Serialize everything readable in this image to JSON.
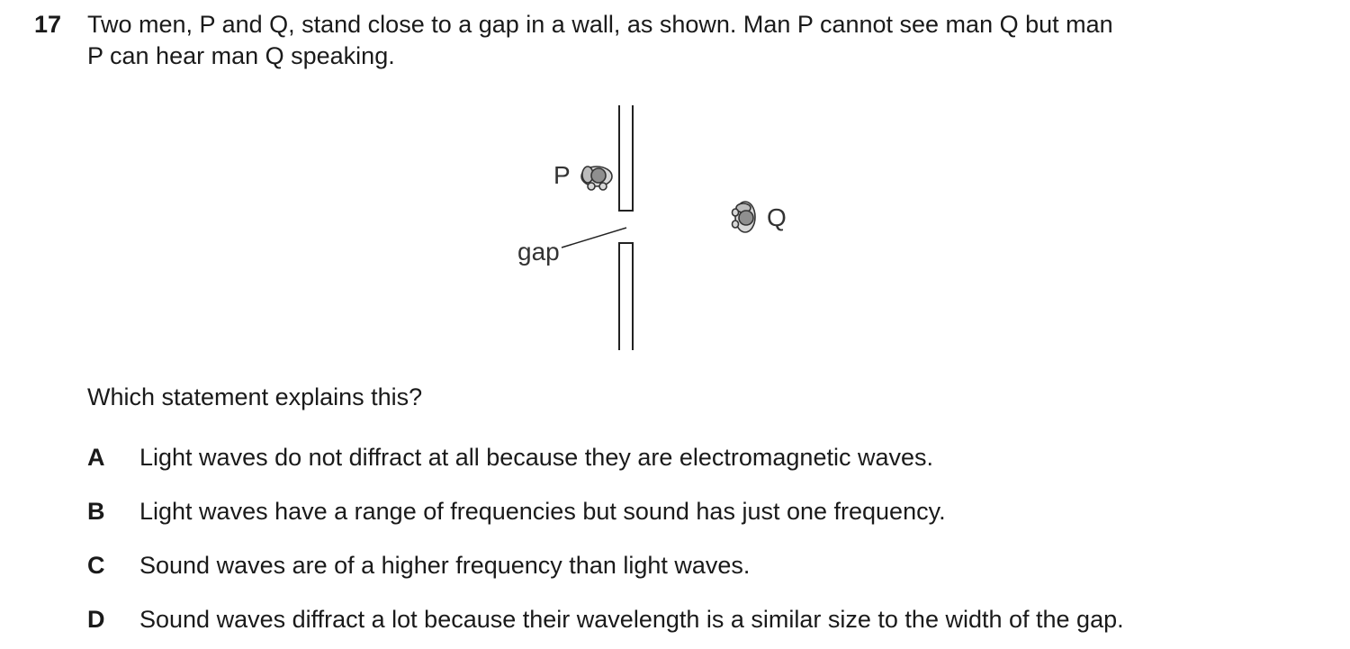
{
  "question": {
    "number": "17",
    "stem_lines": [
      "Two men, P and Q, stand close to a gap in a wall, as shown. Man P cannot see man Q but man",
      "P can hear man Q speaking."
    ],
    "prompt": "Which statement explains this?"
  },
  "diagram": {
    "label_p": "P",
    "label_q": "Q",
    "label_gap": "gap",
    "icons": [
      "person-top-view-icon"
    ],
    "line_color": "#222222",
    "person_fill": "#9a9a9a"
  },
  "options": [
    {
      "letter": "A",
      "text": "Light waves do not diffract at all because they are electromagnetic waves."
    },
    {
      "letter": "B",
      "text": "Light waves have a range of frequencies but sound has just one frequency."
    },
    {
      "letter": "C",
      "text": "Sound waves are of a higher frequency than light waves."
    },
    {
      "letter": "D",
      "text": "Sound waves diffract a lot because their wavelength is a similar size to the width of the gap."
    }
  ]
}
